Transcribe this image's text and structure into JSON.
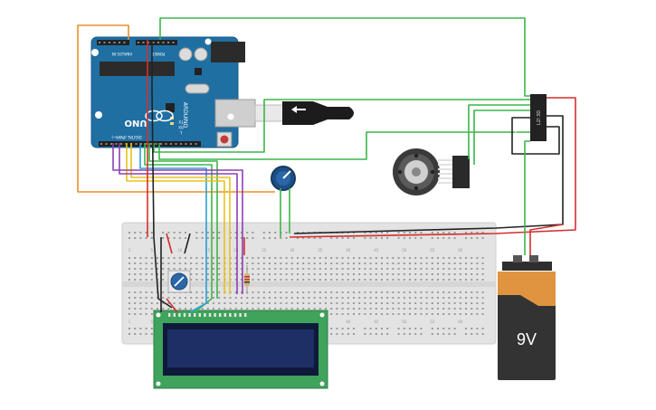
{
  "arduino": {
    "brand": "ARDUINO",
    "model": "UNO",
    "label_analog_in": "ANALOG IN",
    "label_power": "POWER",
    "label_digital": "DIGITAL (PWM~)",
    "label_tx": "TX",
    "label_rx": "RX",
    "label_l": "L",
    "label_on": "ON",
    "label_reset": "RESET"
  },
  "motor_driver": {
    "label": "L293D"
  },
  "battery": {
    "label": "9V"
  },
  "breadboard": {
    "column_numbers": [
      "1",
      "5",
      "10",
      "15",
      "20",
      "25",
      "30",
      "35",
      "40",
      "45",
      "50",
      "55",
      "60"
    ]
  },
  "colors": {
    "wire_green": "#3cb54a",
    "wire_orange": "#e8902a",
    "wire_red": "#d32f2f",
    "wire_black": "#222222",
    "wire_purple": "#8e3fb5",
    "wire_yellow": "#e8c21a",
    "wire_blue": "#2a9fd6",
    "arduino_blue": "#1f6fa3",
    "lcd_green": "#3fa35c",
    "lcd_screen": "#1e2f66"
  }
}
